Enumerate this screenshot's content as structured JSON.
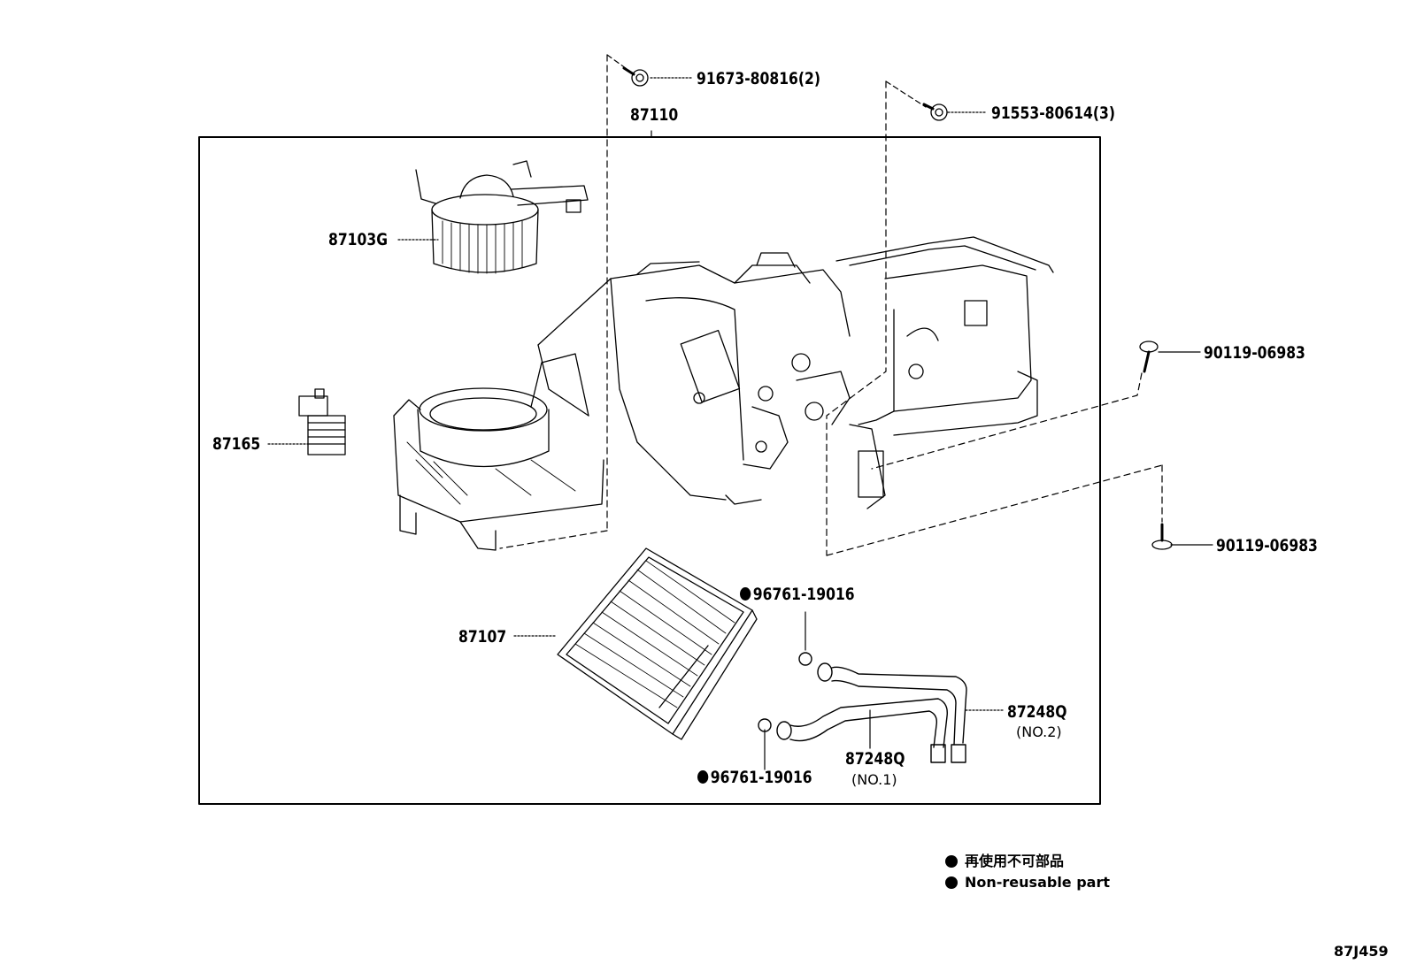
{
  "parts": {
    "p87110": "87110",
    "p87103g": "87103G",
    "p87165": "87165",
    "p87107": "87107",
    "bolt_91673": "91673-80816(2)",
    "bolt_91553": "91553-80614(3)",
    "bolt_90119_a": "90119-06983",
    "bolt_90119_b": "90119-06983",
    "oring_upper": "96761-19016",
    "oring_lower": "96761-19016",
    "pipe_no2": "87248Q",
    "pipe_no2_sub": "(NO.2)",
    "pipe_no1": "87248Q",
    "pipe_no1_sub": "(NO.1)"
  },
  "legend": {
    "line_jp": "再使用不可部品",
    "line_en": "Non-reusable part"
  },
  "figure_code": "87J459",
  "colors": {
    "ink": "#000000",
    "background": "#ffffff",
    "non_reusable_marker": "#000000"
  }
}
